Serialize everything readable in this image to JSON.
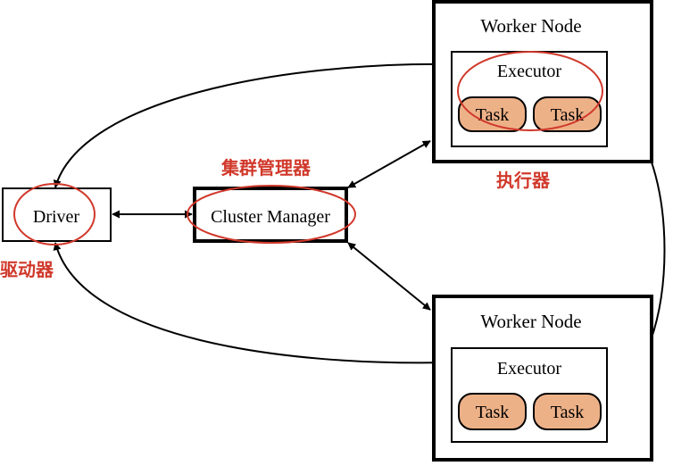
{
  "colors": {
    "annotation": "#d0392b",
    "task_fill": "#edb188",
    "stroke": "#000000",
    "background": "#ffffff"
  },
  "driver": {
    "label": "Driver",
    "annotation": "驱动器"
  },
  "cluster_manager": {
    "label": "Cluster Manager",
    "annotation": "集群管理器"
  },
  "worker_top": {
    "title": "Worker Node",
    "executor": "Executor",
    "task_1": "Task",
    "task_2": "Task",
    "annotation": "执行器"
  },
  "worker_bottom": {
    "title": "Worker Node",
    "executor": "Executor",
    "task_1": "Task",
    "task_2": "Task"
  }
}
